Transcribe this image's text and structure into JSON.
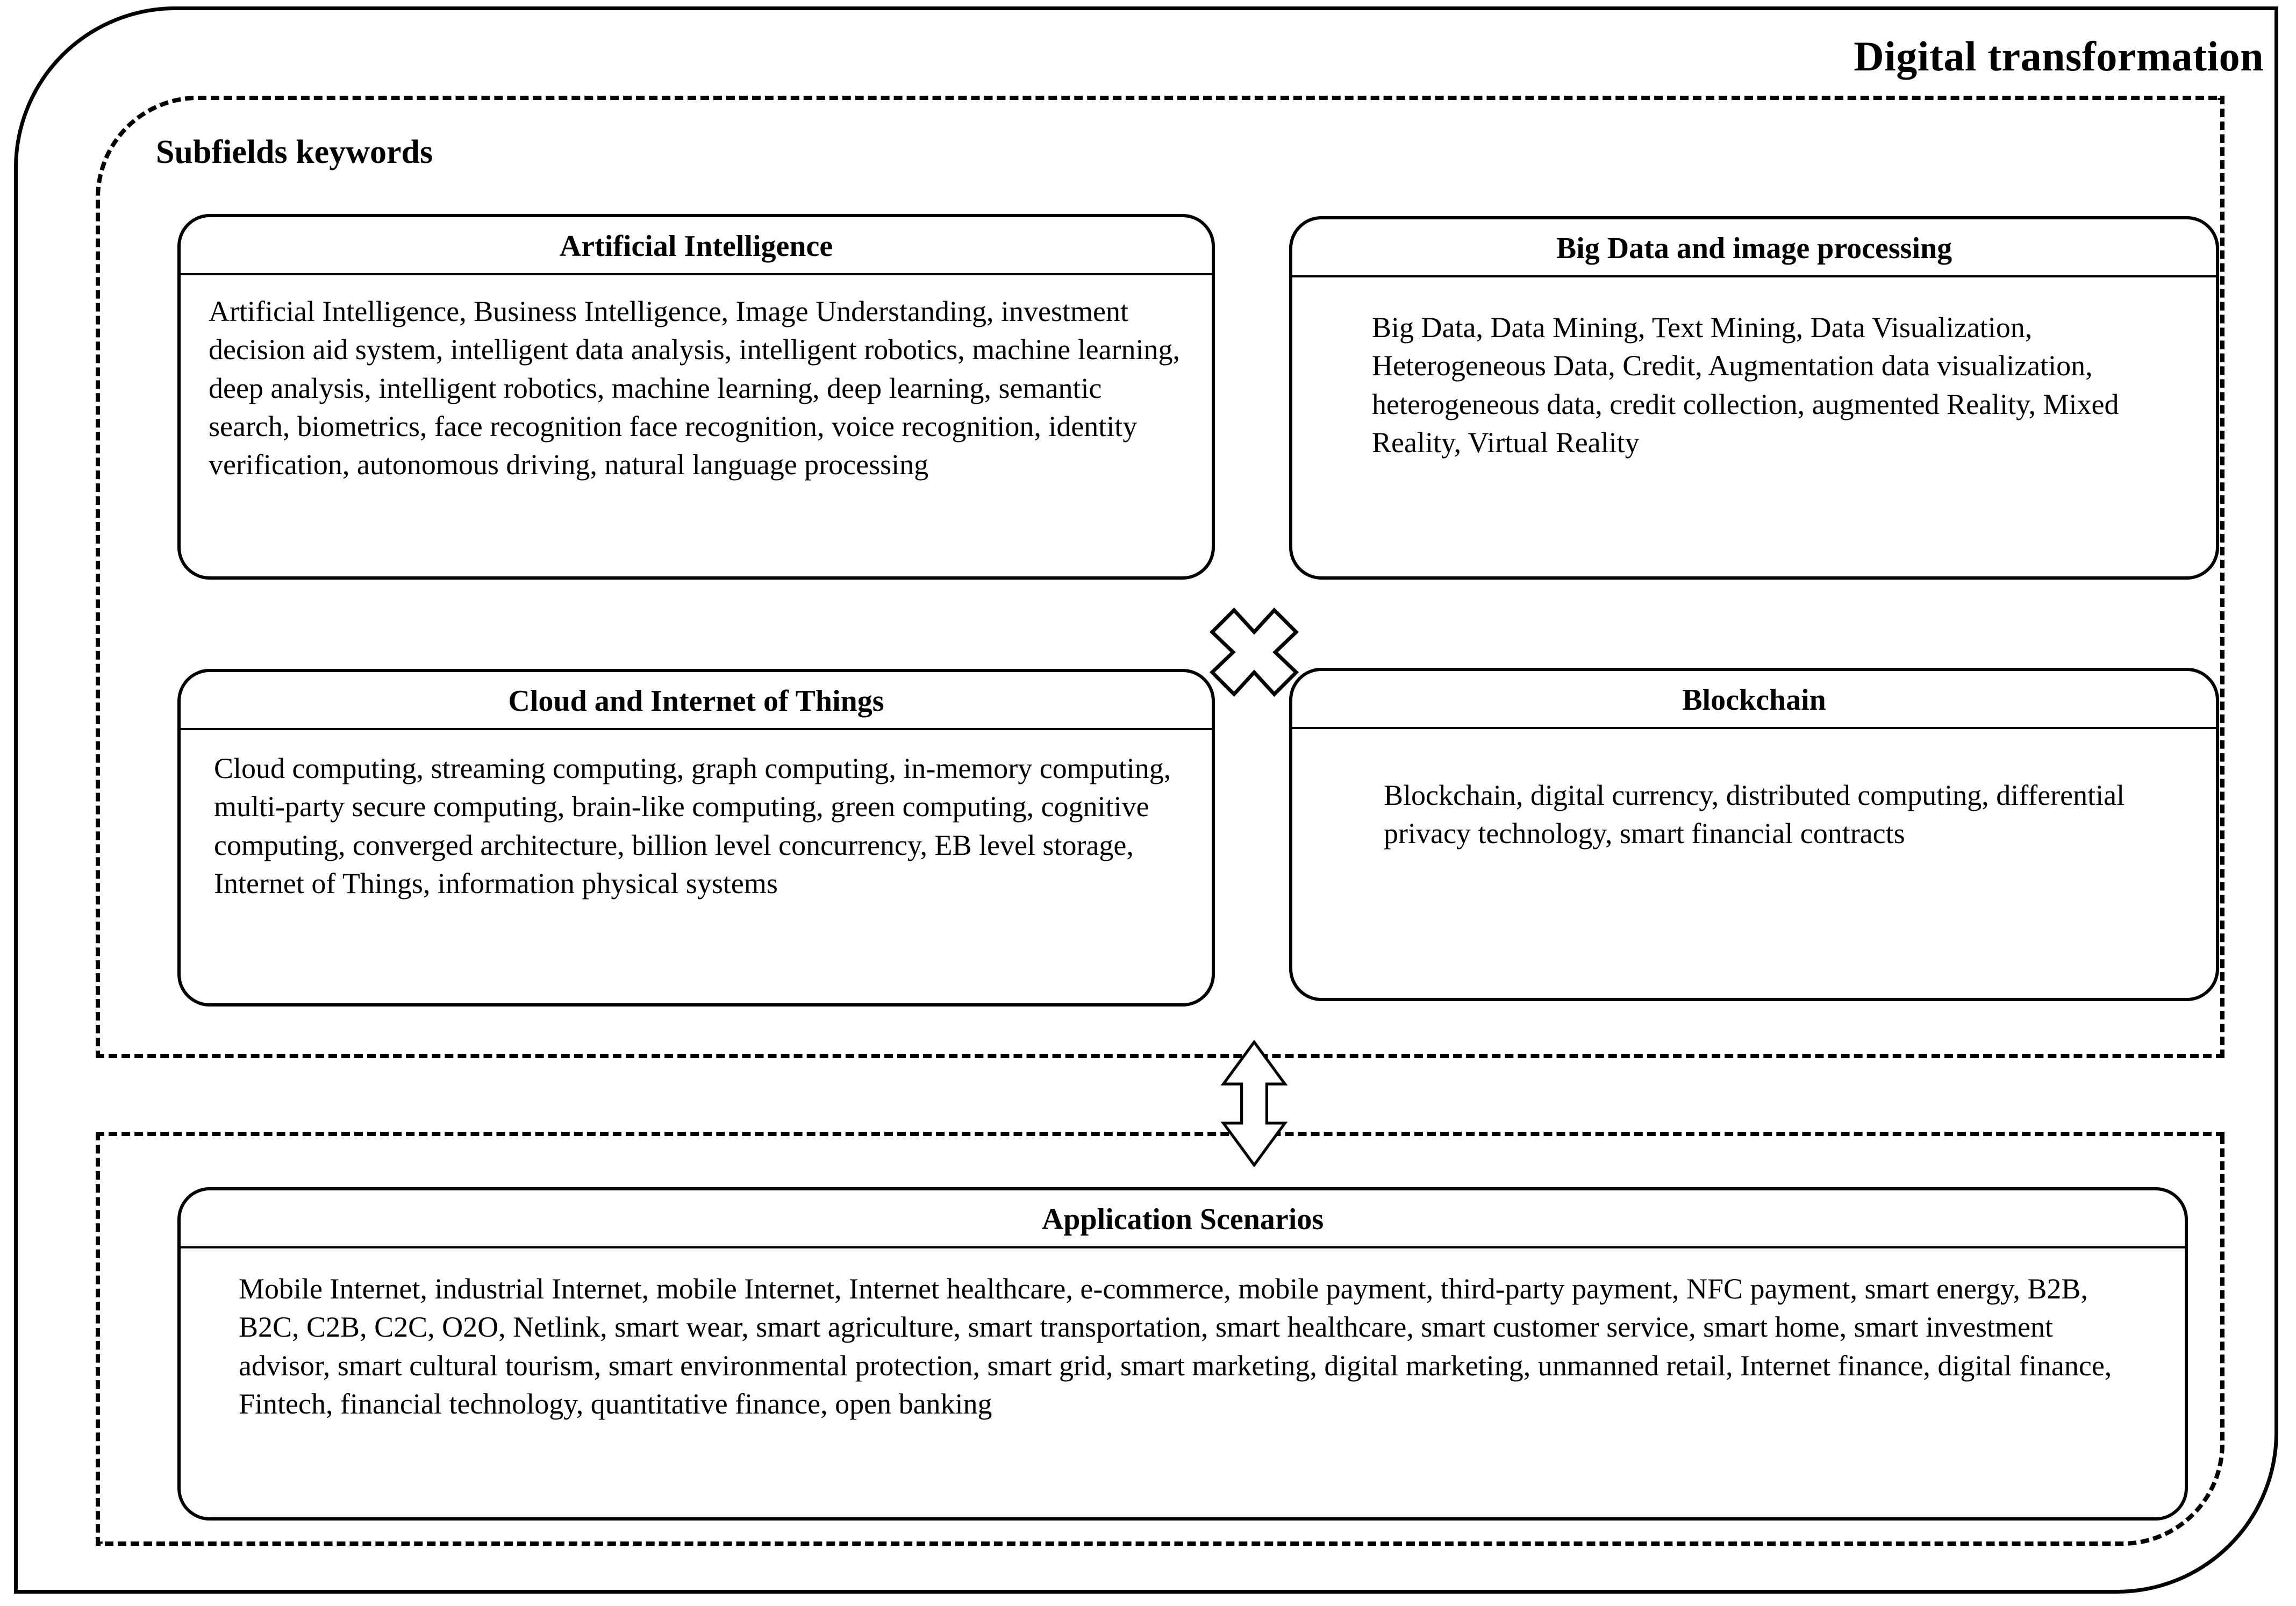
{
  "diagram": {
    "title": "Digital transformation",
    "regions": {
      "subfields": {
        "label": "Subfields keywords"
      },
      "applications": {
        "label": ""
      }
    },
    "cards": [
      {
        "id": "artificial-intelligence",
        "title": "Artificial Intelligence",
        "body": "Artificial Intelligence, Business Intelligence, Image Understanding, investment decision aid system, intelligent data analysis, intelligent robotics, machine learning, deep analysis, intelligent robotics, machine learning, deep learning, semantic search, biometrics, face recognition face recognition, voice recognition, identity verification, autonomous driving, natural language processing"
      },
      {
        "id": "big-data-and-image-processing",
        "title": "Big Data and image processing",
        "body": "Big Data, Data Mining, Text Mining, Data Visualization, Heterogeneous Data, Credit, Augmentation data visualization, heterogeneous data, credit collection, augmented Reality, Mixed Reality, Virtual Reality"
      },
      {
        "id": "cloud-and-internet-of-things",
        "title": "Cloud and Internet of Things",
        "body": "Cloud computing, streaming computing, graph computing, in-memory computing, multi-party secure computing, brain-like computing, green computing, cognitive computing, converged architecture, billion level concurrency, EB level storage, Internet of Things, information physical systems"
      },
      {
        "id": "blockchain",
        "title": "Blockchain",
        "body": "Blockchain, digital currency, distributed computing, differential privacy technology, smart financial contracts"
      },
      {
        "id": "application-scenarios",
        "title": "Application Scenarios",
        "body": "Mobile Internet, industrial Internet, mobile Internet, Internet healthcare, e-commerce, mobile payment, third-party payment, NFC payment, smart energy, B2B, B2C, C2B, C2C, O2O, Netlink, smart wear, smart agriculture, smart transportation, smart healthcare, smart customer service, smart home, smart investment advisor, smart cultural tourism, smart environmental protection, smart grid, smart marketing, digital marketing, unmanned retail, Internet finance, digital finance, Fintech, financial technology, quantitative finance, open banking"
      }
    ],
    "connectors": [
      {
        "id": "cross-connector",
        "kind": "x-cross"
      },
      {
        "id": "vertical-double-arrow",
        "kind": "double-arrow-vertical"
      }
    ],
    "colors": {
      "stroke": "#000000",
      "background": "#ffffff",
      "text": "#000000"
    }
  }
}
